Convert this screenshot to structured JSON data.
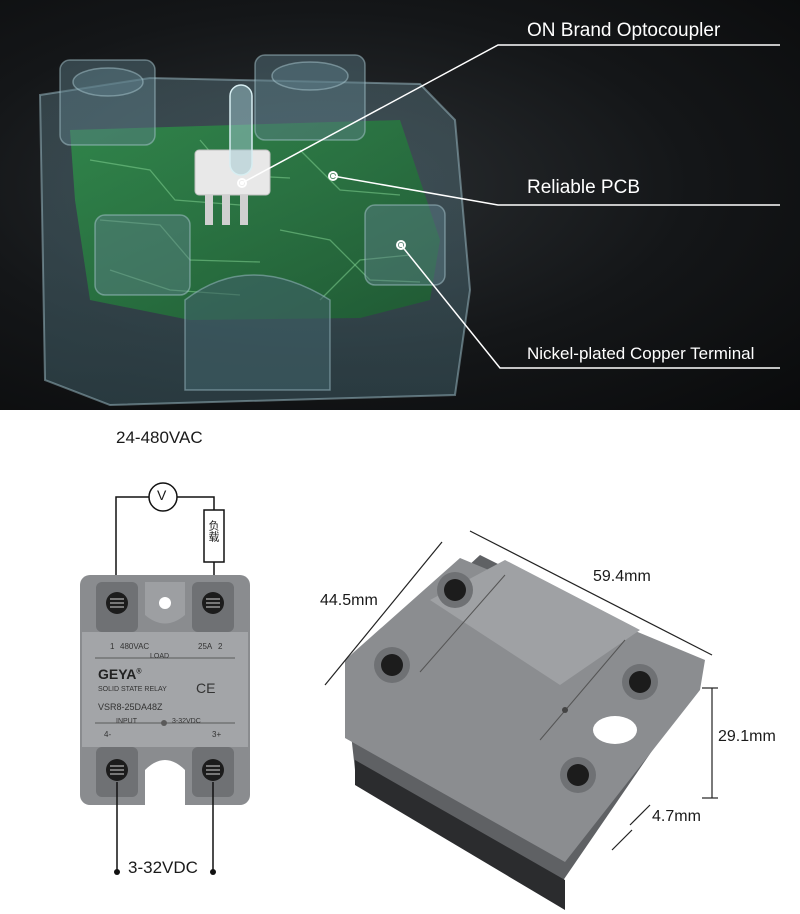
{
  "callouts": {
    "optocoupler": "ON Brand Optocoupler",
    "pcb": "Reliable PCB",
    "terminal": "Nickel-plated Copper Terminal"
  },
  "wiring": {
    "ac_voltage": "24-480VAC",
    "meter_symbol": "V",
    "load_symbol": "负载",
    "dc_voltage": "3-32VDC"
  },
  "relay_label": {
    "brand": "GEYA",
    "trademark": "®",
    "type": "SOLID STATE RELAY",
    "model": "VSR8-25DA48Z",
    "load_voltage": "480VAC",
    "current": "25A",
    "load": "LOAD",
    "input": "INPUT",
    "input_voltage": "3-32VDC",
    "ce": "CE",
    "terminal_1": "1",
    "terminal_2": "2",
    "terminal_3": "3",
    "terminal_4": "4",
    "terminal_3_sign": "+",
    "terminal_4_sign": "-"
  },
  "dimensions": {
    "width": "44.5mm",
    "length": "59.4mm",
    "height": "29.1mm",
    "terminal_height": "4.7mm"
  },
  "colors": {
    "background_dark": "#111315",
    "housing": "#7d7f82",
    "pcb_green": "#2e8a48",
    "line_white": "#ffffff"
  }
}
